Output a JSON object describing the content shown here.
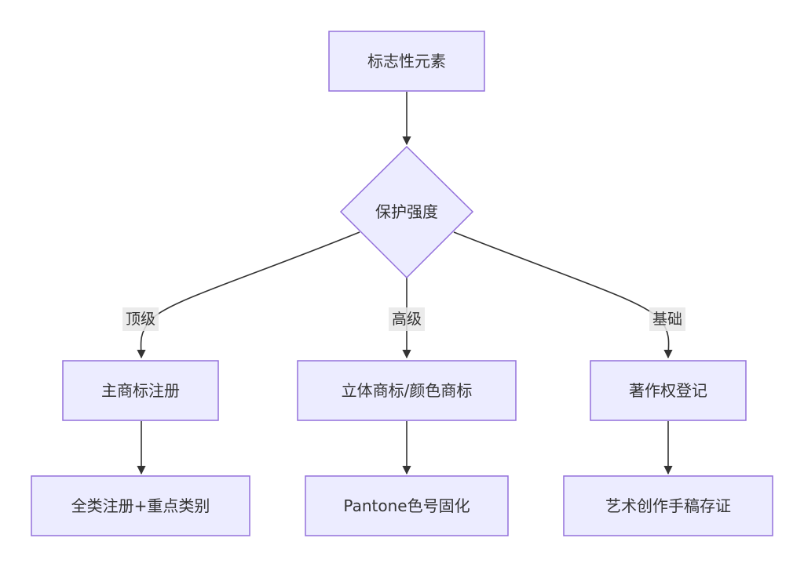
{
  "nodes": {
    "root": "标志性元素",
    "decision": "保护强度",
    "left_top": "主商标注册",
    "mid_top": "立体商标/颜色商标",
    "right_top": "著作权登记",
    "left_bottom": "全类注册+重点类别",
    "mid_bottom": "Pantone色号固化",
    "right_bottom": "艺术创作手稿存证"
  },
  "edge_labels": {
    "left": "顶级",
    "mid": "高级",
    "right": "基础"
  },
  "colors": {
    "node_fill": "#ececff",
    "node_stroke": "#9370db",
    "edge": "#333333",
    "label_bg": "#e8e8e8"
  }
}
